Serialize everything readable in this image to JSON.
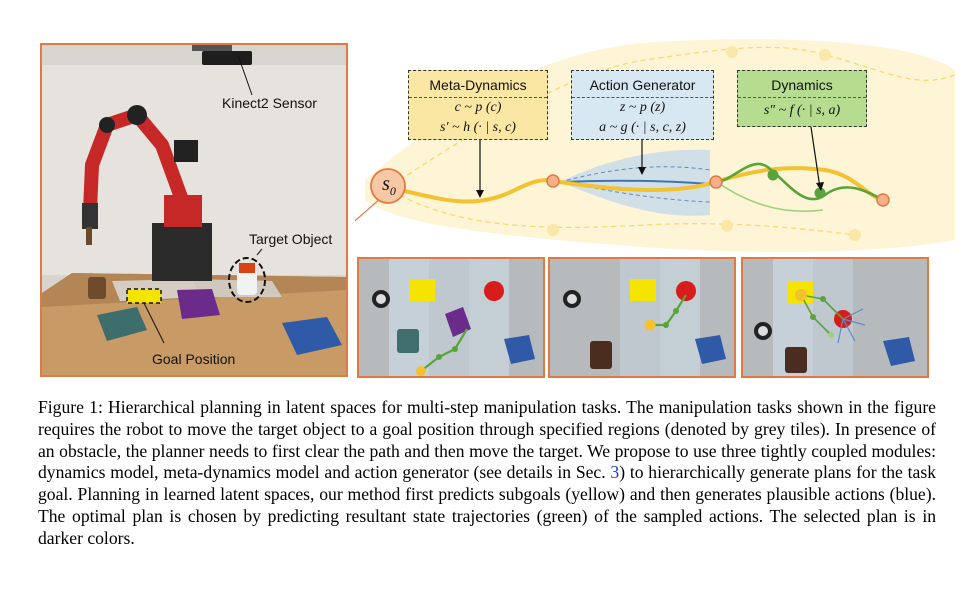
{
  "photo": {
    "labels": {
      "sensor": "Kinect2 Sensor",
      "target": "Target Object",
      "goal": "Goal Position"
    }
  },
  "diagram": {
    "modules": {
      "meta_dynamics": {
        "title": "Meta-Dynamics",
        "eq1": "c ~ p (c)",
        "eq2": "s′ ~ h (· | s, c)"
      },
      "action_generator": {
        "title": "Action Generator",
        "eq1": "z ~ p (z)",
        "eq2": "a ~ g (· | s, c, z)"
      },
      "dynamics": {
        "title": "Dynamics",
        "eq1": "s″ ~ f (· | s, a)"
      }
    },
    "start_label": "s",
    "start_sub": "0",
    "colors": {
      "accent_orange": "#e07a45",
      "subgoal_yellow": "#f2c230",
      "action_blue": "#5b8ec4",
      "state_green": "#5aa33a",
      "yellow_bg": "#fdf5d6"
    }
  },
  "caption": {
    "part1": "Figure 1: Hierarchical planning in latent spaces for multi-step manipulation tasks. The manipulation tasks shown in the figure requires the robot to move the target object to a goal position through specified regions (denoted by grey tiles). In presence of an obstacle, the planner needs to first clear the path and then move the target. We propose to use three tightly coupled modules: dynamics model, meta-dynamics model and action generator (see details in Sec. ",
    "ref": "3",
    "part2": ") to hierarchically generate plans for the task goal. Planning in learned latent spaces, our method first predicts subgoals (yellow) and then generates plausible actions (blue). The optimal plan is chosen by predicting resultant state trajectories (green) of the sampled actions. The selected plan is in darker colors."
  }
}
